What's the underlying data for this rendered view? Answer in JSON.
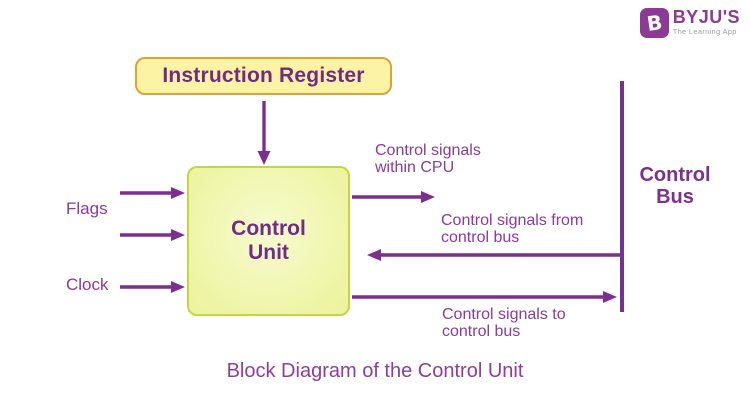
{
  "logo": {
    "brand": "BYJU'S",
    "tagline": "The Learning App",
    "icon_glyph": "B"
  },
  "diagram": {
    "instruction_register": "Instruction Register",
    "control_unit": "Control Unit",
    "flags": "Flags",
    "clock": "Clock",
    "signal_within_cpu": "Control signals within CPU",
    "signal_from_bus": "Control signals from control bus",
    "signal_to_bus": "Control signals to control bus",
    "control_bus": "Control Bus"
  },
  "caption": "Block Diagram of the Control Unit",
  "colors": {
    "arrow_purple": "#7c2f90",
    "label_purple": "#8b3a9e",
    "box_text_purple": "#712b84",
    "instruction_register_fill": "#fdf3a4",
    "instruction_register_border": "#dfa238",
    "control_unit_fill": "#eff5a8",
    "control_unit_border": "#c2d741",
    "logo_purple": "#8c3a96",
    "logo_gray": "#9aa0a6",
    "background": "#ffffff"
  }
}
